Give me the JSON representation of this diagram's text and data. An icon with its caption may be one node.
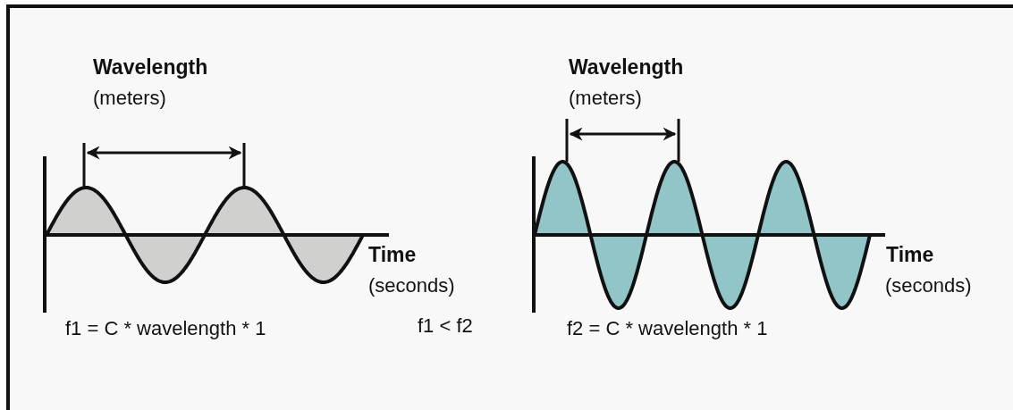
{
  "diagram": {
    "labels": [
      "Wavelength",
      "(meters)",
      "Wavelength",
      "(meters)",
      "Time",
      "(seconds)",
      "Time",
      "(seconds)",
      "f1 = C * wavelength * 1",
      "f1 < f2",
      "f2 = C * wavelength * 1"
    ]
  }
}
